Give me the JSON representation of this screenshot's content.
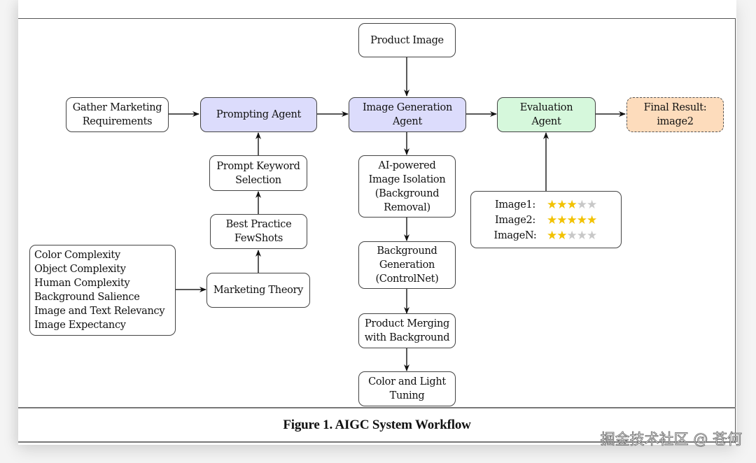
{
  "figure": {
    "caption": "Figure 1.  AIGC System Workflow"
  },
  "nodes": {
    "product_image": "Product Image",
    "gather_requirements": "Gather Marketing\nRequirements",
    "prompting_agent": "Prompting Agent",
    "image_generation_agent": "Image Generation\nAgent",
    "evaluation_agent": "Evaluation\nAgent",
    "final_result": "Final Result:\nimage2",
    "prompt_keyword_selection": "Prompt Keyword\nSelection",
    "best_practice_fewshots": "Best Practice\nFewShots",
    "marketing_theory": "Marketing Theory",
    "image_isolation": "AI-powered\nImage Isolation\n(Background\nRemoval)",
    "background_generation": "Background\nGeneration\n(ControlNet)",
    "product_merging": "Product Merging\nwith Background",
    "color_light_tuning": "Color and Light\nTuning"
  },
  "marketing_factors": [
    "Color Complexity",
    "Object Complexity",
    "Human Complexity",
    "Background Salience",
    "Image and Text Relevancy",
    "Image Expectancy"
  ],
  "ratings": [
    {
      "label": "Image1:",
      "stars": 3,
      "max": 5
    },
    {
      "label": "Image2:",
      "stars": 5,
      "max": 5
    },
    {
      "label": "ImageN:",
      "stars": 2,
      "max": 5
    }
  ],
  "edges": [
    {
      "from": "product_image",
      "to": "image_generation_agent"
    },
    {
      "from": "gather_requirements",
      "to": "prompting_agent"
    },
    {
      "from": "prompting_agent",
      "to": "image_generation_agent"
    },
    {
      "from": "image_generation_agent",
      "to": "evaluation_agent"
    },
    {
      "from": "evaluation_agent",
      "to": "final_result"
    },
    {
      "from": "prompt_keyword_selection",
      "to": "prompting_agent"
    },
    {
      "from": "best_practice_fewshots",
      "to": "prompt_keyword_selection"
    },
    {
      "from": "marketing_theory",
      "to": "best_practice_fewshots"
    },
    {
      "from": "marketing_factors",
      "to": "marketing_theory"
    },
    {
      "from": "image_generation_agent",
      "to": "image_isolation"
    },
    {
      "from": "image_isolation",
      "to": "background_generation"
    },
    {
      "from": "background_generation",
      "to": "product_merging"
    },
    {
      "from": "product_merging",
      "to": "color_light_tuning"
    },
    {
      "from": "ratings",
      "to": "evaluation_agent"
    }
  ],
  "colors": {
    "agent_fill": "#dcdcfc",
    "evaluation_fill": "#d6f8dc",
    "final_fill": "#fddcbc",
    "star_on": "#f2c200",
    "star_off": "#c8c8c8"
  },
  "watermark": "掘金技术社区 @ 苍何"
}
